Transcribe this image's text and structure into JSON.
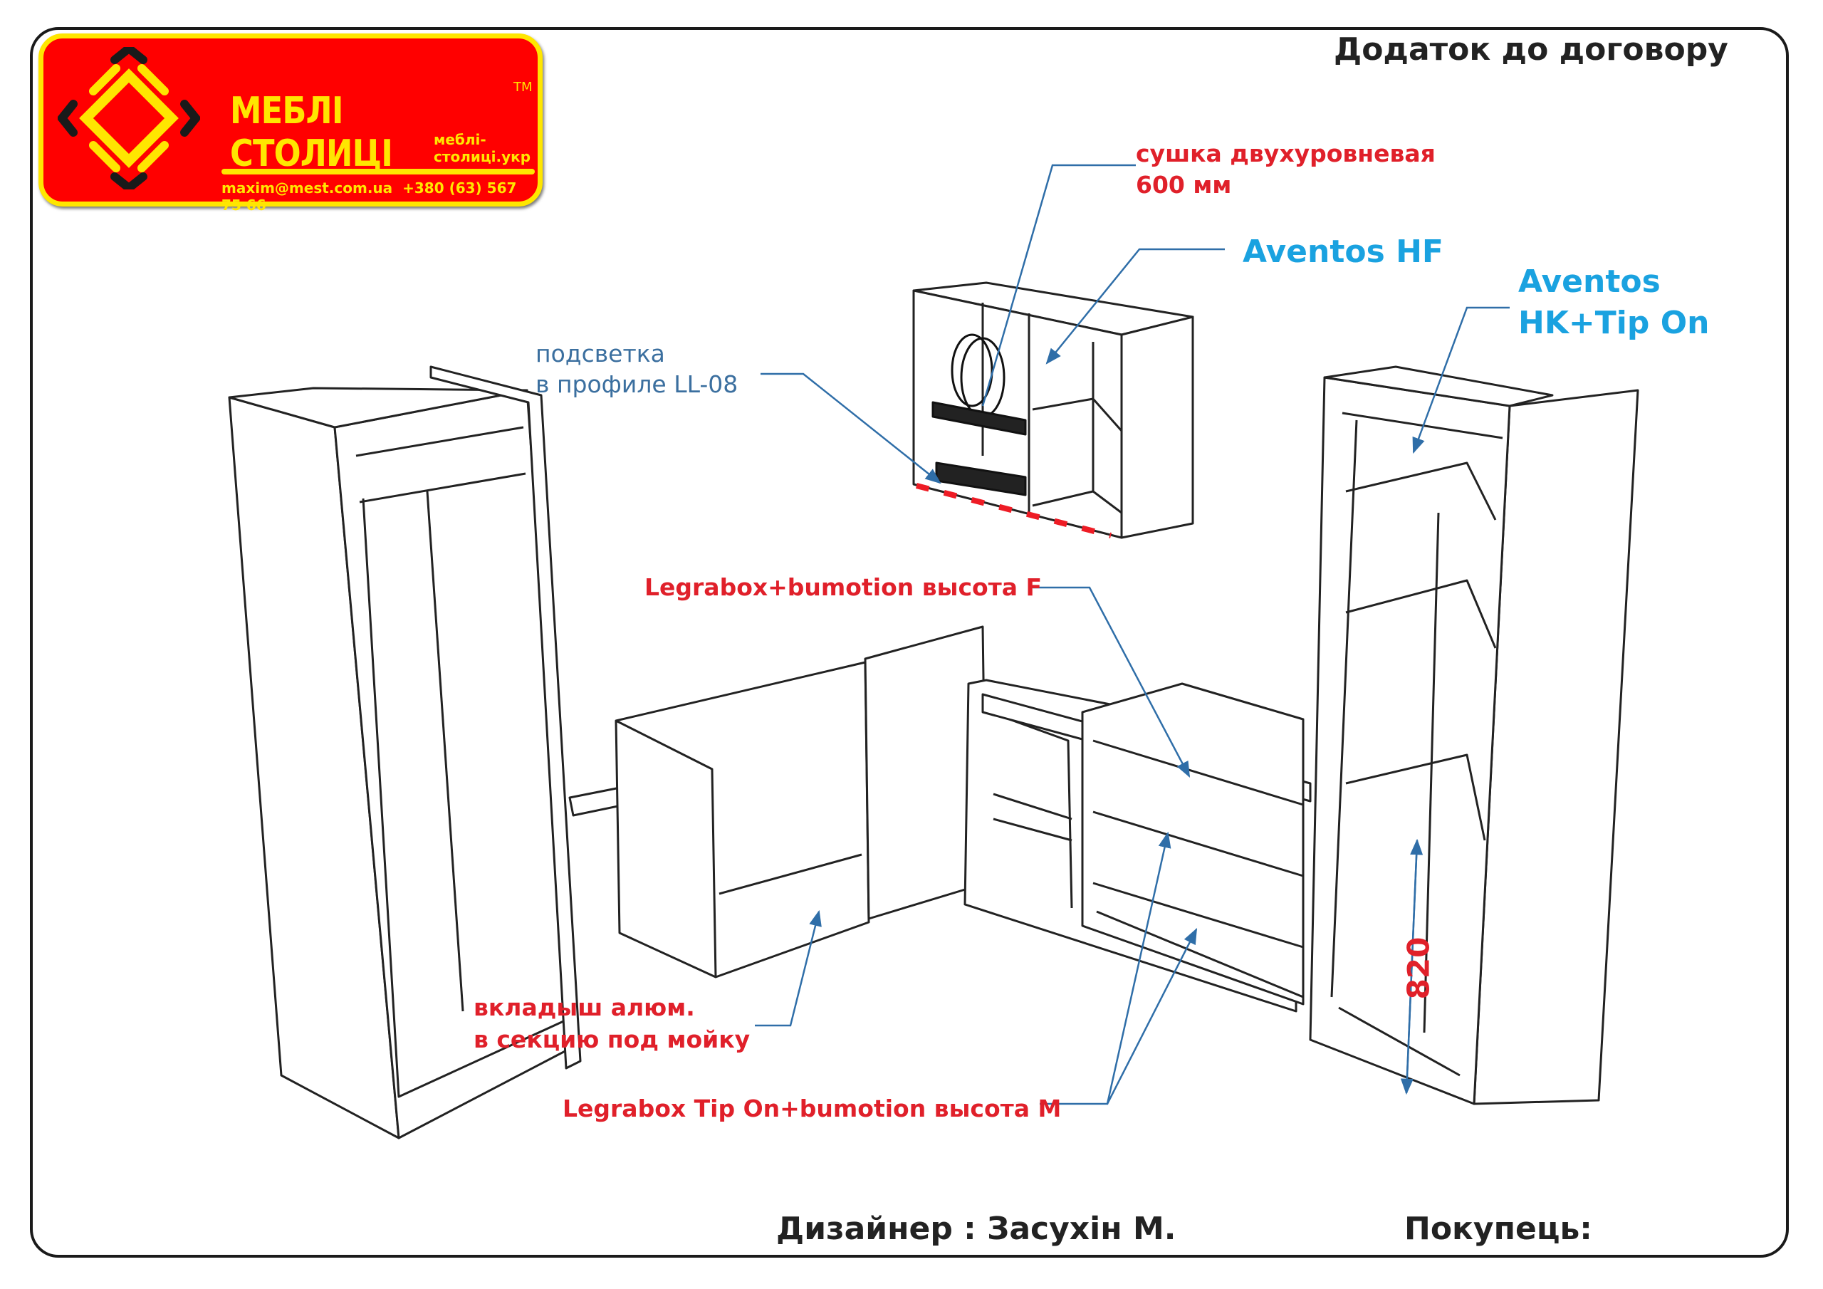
{
  "header": {
    "title": "Додаток до договору"
  },
  "logo": {
    "brand": "МЕБЛІ СТОЛИЦІ",
    "trademark": "TM",
    "website": "меблі-столиці.укр",
    "email": "maxim@mest.com.ua",
    "phone": "+380 (63) 567 75 66"
  },
  "labels": {
    "dish_dryer_line1": "сушка двухуровневая",
    "dish_dryer_line2": "600 мм",
    "aventos_hf": "Aventos HF",
    "aventos_hk_line1": "Aventos",
    "aventos_hk_line2": "HK+Tip On",
    "lighting_line1": "подсветка",
    "lighting_line2": "в профиле LL-08",
    "legrabox_f": "Legrabox+bumotion высота F",
    "sink_insert_line1": "вкладыш алюм.",
    "sink_insert_line2": "в секцию под мойку",
    "legrabox_m": "Legrabox Tip On+bumotion высота M",
    "dimension": "820"
  },
  "footer": {
    "designer": "Дизайнер : Засухін М.",
    "buyer": "Покупець:"
  },
  "colors": {
    "red": "#e0202a",
    "blue": "#1aa2e0",
    "leader": "#3b6f9f",
    "logo_bg": "#ff0000",
    "logo_fg": "#ffe600"
  }
}
